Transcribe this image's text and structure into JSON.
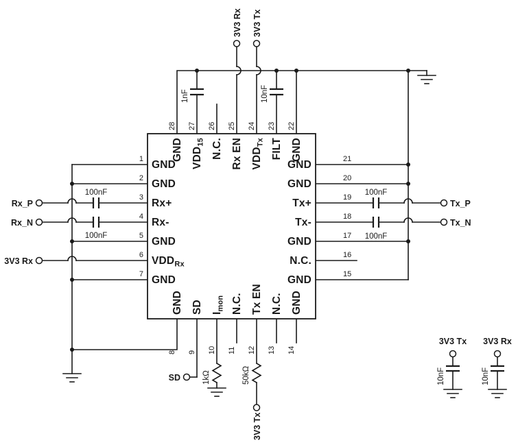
{
  "diagram": {
    "kind": "circuit-schematic",
    "subject": "28-pin Rx/Tx transceiver IC application circuit"
  },
  "chip": {
    "pins": {
      "left": [
        {
          "num": "1",
          "label": "GND"
        },
        {
          "num": "2",
          "label": "GND"
        },
        {
          "num": "3",
          "label": "Rx+"
        },
        {
          "num": "4",
          "label": "Rx-"
        },
        {
          "num": "5",
          "label": "GND"
        },
        {
          "num": "6",
          "label": "VDD",
          "sub": "Rx"
        },
        {
          "num": "7",
          "label": "GND"
        }
      ],
      "right": [
        {
          "num": "21",
          "label": "GND"
        },
        {
          "num": "20",
          "label": "GND"
        },
        {
          "num": "19",
          "label": "Tx+"
        },
        {
          "num": "18",
          "label": "Tx-"
        },
        {
          "num": "17",
          "label": "GND"
        },
        {
          "num": "16",
          "label": "N.C."
        },
        {
          "num": "15",
          "label": "GND"
        }
      ],
      "top": [
        {
          "num": "28",
          "label": "GND"
        },
        {
          "num": "27",
          "label": "VDD",
          "sub": "15"
        },
        {
          "num": "26",
          "label": "N.C."
        },
        {
          "num": "25",
          "label": "Rx EN"
        },
        {
          "num": "24",
          "label": "VDD",
          "sub": "Tx"
        },
        {
          "num": "23",
          "label": "FILT"
        },
        {
          "num": "22",
          "label": "GND"
        }
      ],
      "bottom": [
        {
          "num": "8",
          "label": "GND"
        },
        {
          "num": "9",
          "label": "SD"
        },
        {
          "num": "10",
          "label": "I",
          "sub": "mon"
        },
        {
          "num": "11",
          "label": "N.C."
        },
        {
          "num": "12",
          "label": "Tx EN"
        },
        {
          "num": "13",
          "label": "N.C."
        },
        {
          "num": "14",
          "label": "GND"
        }
      ]
    }
  },
  "terminals": {
    "rx_p": "Rx_P",
    "rx_n": "Rx_N",
    "rx_supply": "3V3 Rx",
    "tx_p": "Tx_P",
    "tx_n": "Tx_N",
    "top_rx_supply": "3V3 Rx",
    "top_tx_supply": "3V3 Tx",
    "sd": "SD",
    "txen_supply": "3V3 Tx",
    "dec_tx": "3V3 Tx",
    "dec_rx": "3V3 Rx"
  },
  "components": {
    "c_rxp": "100nF",
    "c_rxn": "100nF",
    "c_txp": "100nF",
    "c_txn": "100nF",
    "c_vdd15": "1nF",
    "c_filt": "10nF",
    "r_sd": "1kΩ",
    "r_txen": "50kΩ",
    "c_dec_tx": "10nF",
    "c_dec_rx": "10nF"
  }
}
